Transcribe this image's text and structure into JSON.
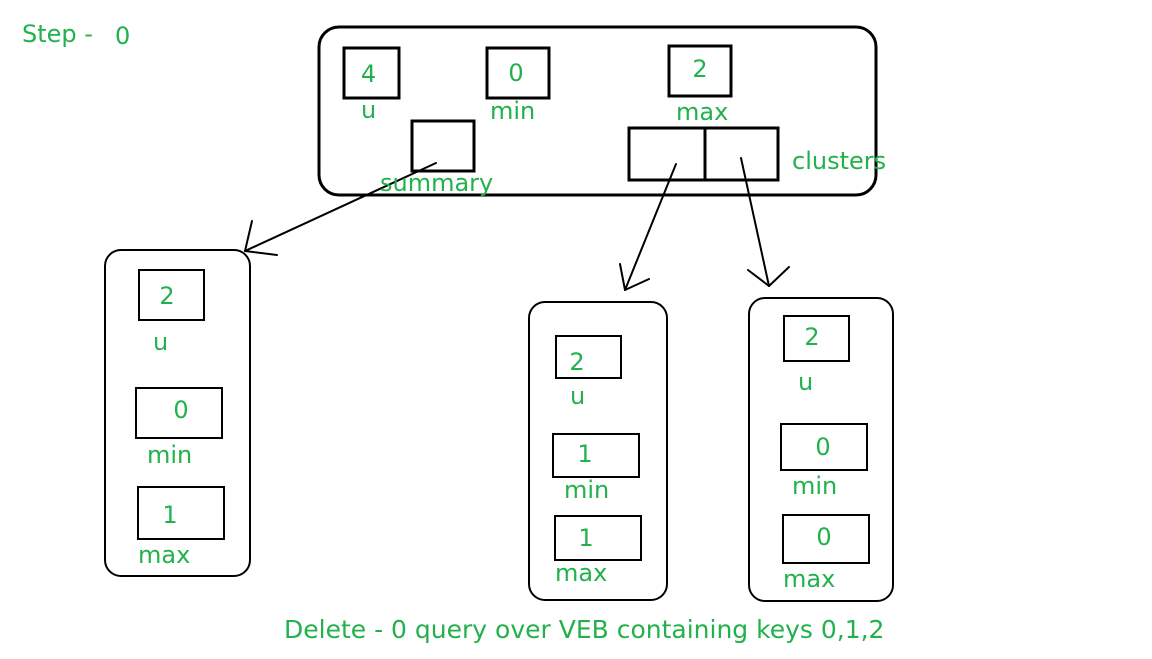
{
  "step": {
    "label": "Step -",
    "value": "0"
  },
  "root": {
    "u_value": "4",
    "u_label": "u",
    "min_value": "0",
    "min_label": "min",
    "max_value": "2",
    "max_label": "max",
    "summary_label": "summary",
    "clusters_label": "clusters"
  },
  "summary_node": {
    "u_value": "2",
    "u_label": "u",
    "min_value": "0",
    "min_label": "min",
    "max_value": "1",
    "max_label": "max"
  },
  "cluster_0": {
    "u_value": "2",
    "u_label": "u",
    "min_value": "1",
    "min_label": "min",
    "max_value": "1",
    "max_label": "max"
  },
  "cluster_1": {
    "u_value": "2",
    "u_label": "u",
    "min_value": "0",
    "min_label": "min",
    "max_value": "0",
    "max_label": "max"
  },
  "caption": "Delete - 0 query over VEB containing keys 0,1,2",
  "colors": {
    "text": "#22b14c",
    "stroke": "#000000"
  }
}
